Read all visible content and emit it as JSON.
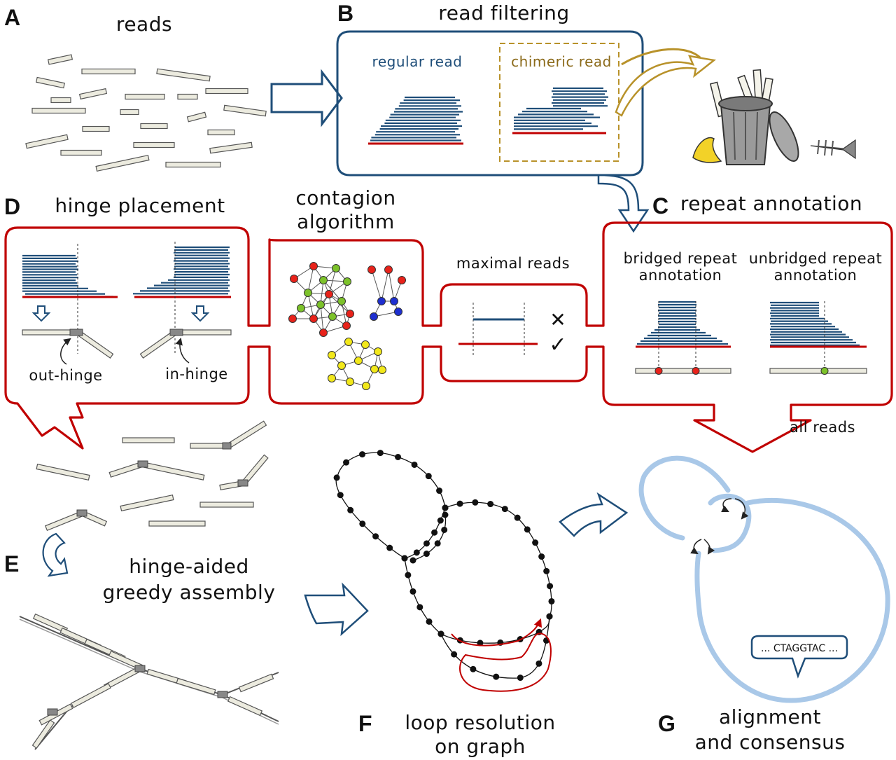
{
  "panels": {
    "A": {
      "letter": "A",
      "title": "reads"
    },
    "B": {
      "letter": "B",
      "title": "read filtering",
      "regular_label": "regular read",
      "chimeric_label": "chimeric read"
    },
    "C": {
      "letter": "C",
      "title": "repeat annotation",
      "bridged_label_1": "bridged repeat",
      "bridged_label_2": "annotation",
      "unbridged_label_1": "unbridged repeat",
      "unbridged_label_2": "annotation"
    },
    "D": {
      "letter": "D",
      "title": "hinge placement",
      "out_hinge": "out-hinge",
      "in_hinge": "in-hinge"
    },
    "contagion": {
      "title_1": "contagion",
      "title_2": "algorithm"
    },
    "maximal": {
      "title": "maximal reads"
    },
    "E": {
      "letter": "E",
      "title_1": "hinge-aided",
      "title_2": "greedy assembly"
    },
    "F": {
      "letter": "F",
      "title_1": "loop resolution",
      "title_2": "on graph"
    },
    "G": {
      "letter": "G",
      "title_1": "alignment",
      "title_2": "and consensus",
      "sequence": "... CTAGGTAC ..."
    },
    "all_reads": "all reads"
  },
  "colors": {
    "blue": "#1f4e79",
    "red": "#c00000",
    "gold": "#b8922a",
    "light_blue": "#a9c8e8",
    "read_fill": "#ecebdf",
    "node_red": "#e8221a",
    "node_green": "#7cc22a",
    "node_blue": "#1e2fd0",
    "node_yellow": "#f2e81a"
  }
}
